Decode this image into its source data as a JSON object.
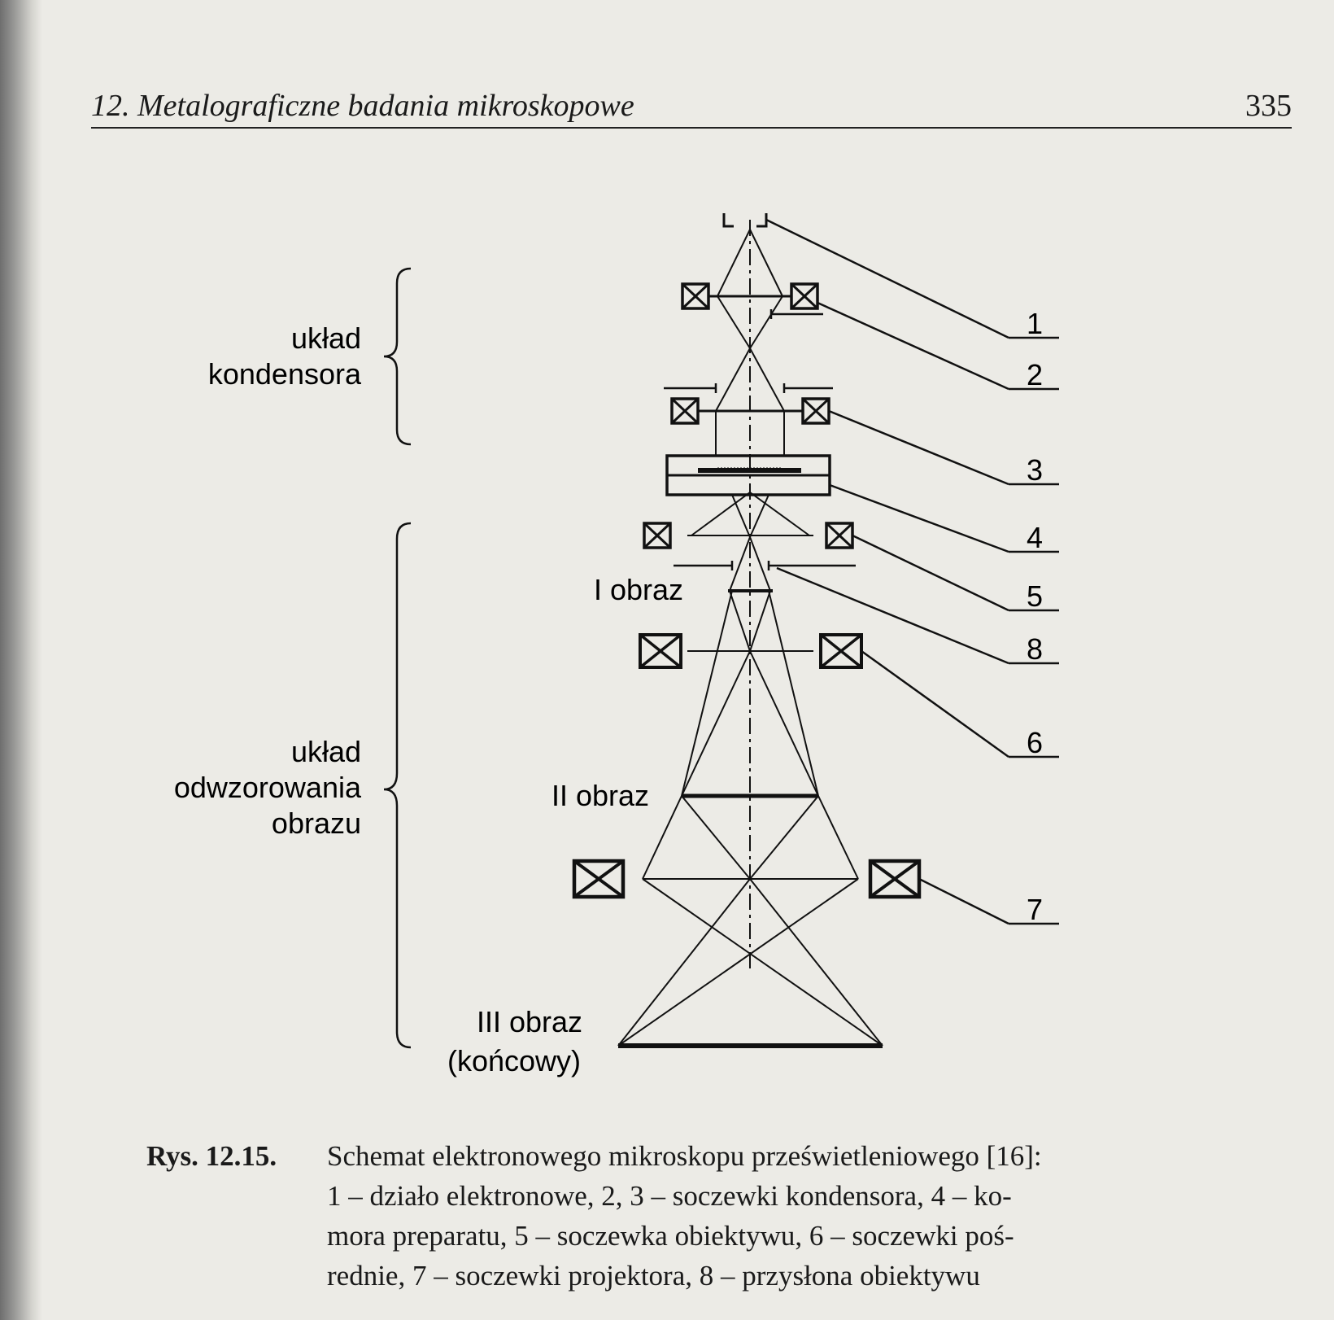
{
  "header": {
    "title": "12. Metalograficzne  badania mikroskopowe",
    "page_number": "335"
  },
  "diagram": {
    "group_labels": {
      "condenser": [
        "układ",
        "kondensora"
      ],
      "imaging": [
        "układ",
        "odwzorowania",
        "obrazu"
      ]
    },
    "image_labels": {
      "first": "I obraz",
      "second": "II obraz",
      "third": [
        "III obraz",
        "(końcowy)"
      ]
    },
    "callouts": [
      "1",
      "2",
      "3",
      "4",
      "5",
      "8",
      "6",
      "7"
    ]
  },
  "caption": {
    "lead": "Rys. 12.15.",
    "lines": [
      "Schemat elektronowego mikroskopu prześwietleniowego [16]:",
      "1 – działo elektronowe,   2, 3 – soczewki kondensora,   4 – ko-",
      "mora preparatu,   5 – soczewka obiektywu,   6 – soczewki poś-",
      "rednie,  7 – soczewki projektora,  8 – przysłona obiektywu"
    ]
  }
}
